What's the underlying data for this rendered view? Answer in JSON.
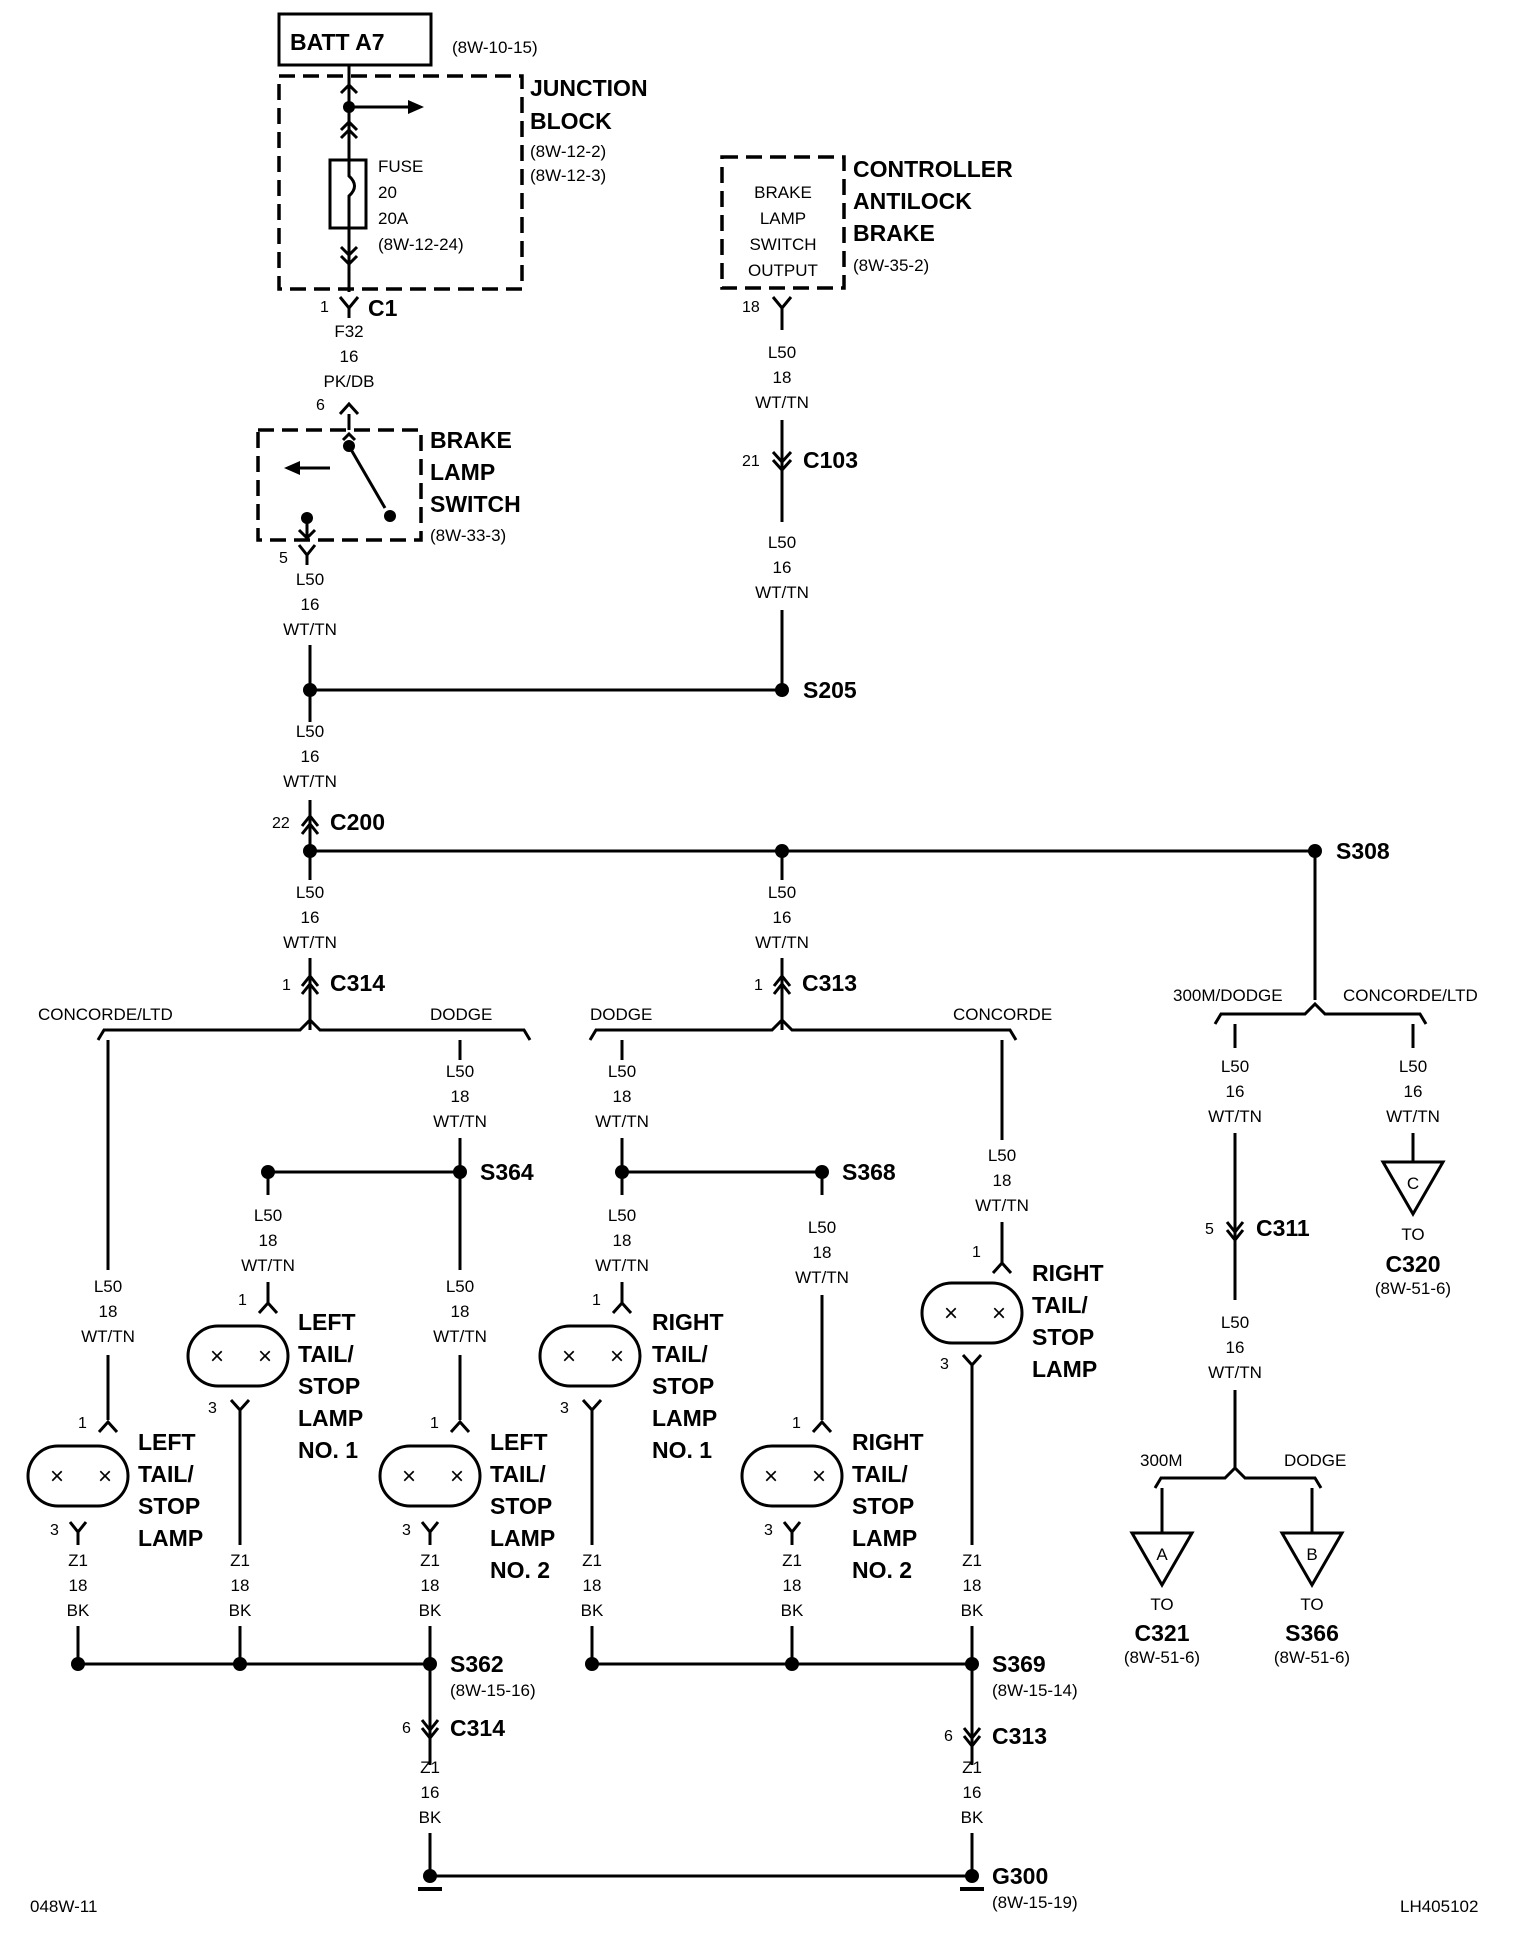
{
  "battery": {
    "label": "BATT A7",
    "ref": "(8W-10-15)"
  },
  "junction_block": {
    "title1": "JUNCTION",
    "title2": "BLOCK",
    "ref1": "(8W-12-2)",
    "ref2": "(8W-12-3)"
  },
  "fuse": {
    "l1": "FUSE",
    "l2": "20",
    "l3": "20A",
    "l4": "(8W-12-24)"
  },
  "abs": {
    "t1": "CONTROLLER",
    "t2": "ANTILOCK",
    "t3": "BRAKE",
    "ref": "(8W-35-2)",
    "i1": "BRAKE",
    "i2": "LAMP",
    "i3": "SWITCH",
    "i4": "OUTPUT"
  },
  "brake_switch": {
    "t1": "BRAKE",
    "t2": "LAMP",
    "t3": "SWITCH",
    "ref": "(8W-33-3)"
  },
  "connectors": {
    "c1": "C1",
    "c103": "C103",
    "c200": "C200",
    "c314": "C314",
    "c313": "C313",
    "c311": "C311"
  },
  "splices": {
    "s205": "S205",
    "s308": "S308",
    "s364": "S364",
    "s368": "S368",
    "s362": "S362",
    "s369": "S369",
    "g300": "G300"
  },
  "refs": {
    "s362": "(8W-15-16)",
    "s369": "(8W-15-14)",
    "g300": "(8W-15-19)",
    "c320": "(8W-51-6)",
    "c321": "(8W-51-6)",
    "s366": "(8W-51-6)"
  },
  "pins": {
    "p1": "1",
    "p3": "3",
    "p5": "5",
    "p6": "6",
    "p18": "18",
    "p21": "21",
    "p22": "22"
  },
  "wires": {
    "f32": "F32",
    "l50": "L50",
    "z1": "Z1",
    "g16": "16",
    "g18": "18",
    "pkdb": "PK/DB",
    "wttn": "WT/TN",
    "bk": "BK"
  },
  "branches": {
    "concorde_ltd": "CONCORDE/LTD",
    "dodge": "DODGE",
    "concorde": "CONCORDE",
    "m300_dodge": "300M/DODGE",
    "m300": "300M"
  },
  "lamps": {
    "left": "LEFT",
    "right": "RIGHT",
    "tail": "TAIL/",
    "stop": "STOP",
    "lamp": "LAMP",
    "no1": "NO. 1",
    "no2": "NO. 2"
  },
  "offpage": {
    "a": "A",
    "b": "B",
    "c": "C",
    "to": "TO",
    "c320": "C320",
    "c321": "C321",
    "s366": "S366"
  },
  "footer": {
    "left": "048W-11",
    "right": "LH405102"
  }
}
